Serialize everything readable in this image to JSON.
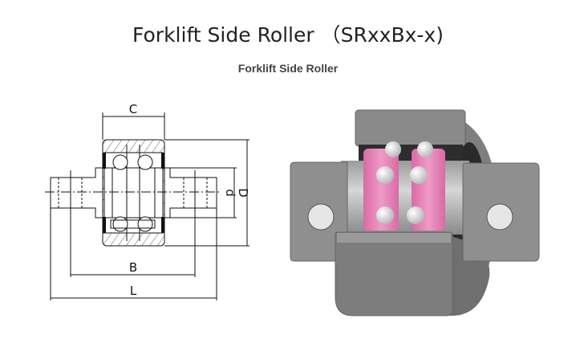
{
  "title": "Forklift Side Roller （SRxxBx-x)",
  "subtitle": "Forklift Side Roller",
  "drawing": {
    "labels": {
      "c": "C",
      "b": "B",
      "l": "L",
      "d_small": "d",
      "d_large": "D"
    }
  },
  "colors": {
    "cage": "#ea86ba",
    "steel": "#8c8c8c",
    "ball": "#eeeeee"
  }
}
